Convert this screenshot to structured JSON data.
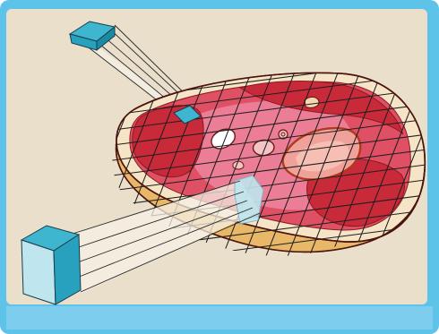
{
  "figure": {
    "subject": "ct-scan-cross-section-diagram",
    "colors": {
      "frame_border": "#5ec3e8",
      "panel_background": "#eadfcb",
      "bottom_bar": "#7ccdee",
      "body_outline": "#6b1a12",
      "muscle": "#d8343f",
      "organ_light": "#e98a8a",
      "organ_outline": "#b03a1d",
      "fat_tissue": "#e8b868",
      "grid_line": "#1e1e1e",
      "detector_cyan": "#3fb6cf",
      "detector_light": "#bfe6ee"
    },
    "components": [
      "x-ray-source-block",
      "x-ray-fan-beam",
      "body-cross-section",
      "reconstruction-grid",
      "detector-block"
    ]
  }
}
